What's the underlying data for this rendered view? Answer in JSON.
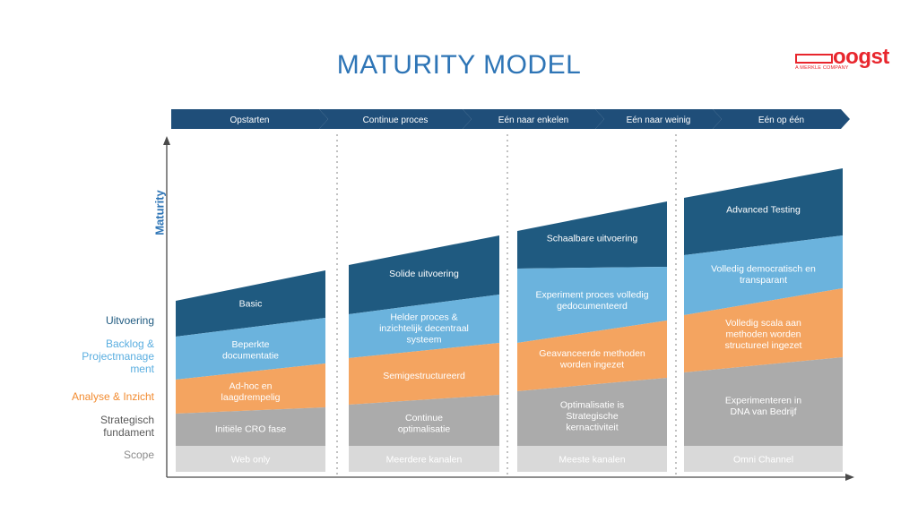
{
  "title": "MATURITY MODEL",
  "logo": {
    "word": "oogst",
    "tagline": "A MERKLE COMPANY"
  },
  "y_axis_label": "Maturity",
  "colors": {
    "title": "#2e75b6",
    "arrow": "#1f4e79",
    "uitvoering": "#1f5a80",
    "backlog": "#6bb3dd",
    "analyse": "#f4a460",
    "fundament": "#ababab",
    "scope": "#d9d9d9",
    "logo": "#e8262d"
  },
  "stages": [
    "Opstarten",
    "Continue proces",
    "Eén naar enkelen",
    "Eén naar weinig",
    "Eén op één"
  ],
  "row_labels": [
    {
      "text": "Uitvoering",
      "color": "#1f5a80"
    },
    {
      "text": "Backlog &\nProjectmanage\nment",
      "color": "#5aaee0"
    },
    {
      "text": "Analyse  & Inzicht",
      "color": "#f28b30"
    },
    {
      "text": "Strategisch\nfundament",
      "color": "#595959"
    },
    {
      "text": "Scope",
      "color": "#8c8c8c"
    }
  ],
  "columns": [
    {
      "uitvoering": "Basic",
      "backlog": "Beperkte\ndocumentatie",
      "analyse": "Ad-hoc en\nlaagdrempelig",
      "fundament": "Initiële CRO fase",
      "scope": "Web only"
    },
    {
      "uitvoering": "Solide uitvoering",
      "backlog": "Helder proces &\ninzichtelijk decentraal\nsysteem",
      "analyse": "Semigestructureerd",
      "fundament": "Continue\noptimalisatie",
      "scope": "Meerdere kanalen"
    },
    {
      "uitvoering": "Schaalbare uitvoering",
      "backlog": "Experiment proces volledig\ngedocumenteerd",
      "analyse": "Geavanceerde methoden\nworden ingezet",
      "fundament": "Optimalisatie is\nStrategische\nkernactiviteit",
      "scope": "Meeste kanalen"
    },
    {
      "uitvoering": "Advanced Testing",
      "backlog": "Volledig democratisch en\ntransparant",
      "analyse": "Volledig scala aan\nmethoden worden\nstructureel ingezet",
      "fundament": "Experimenteren in\nDNA van Bedrijf",
      "scope": "Omni Channel"
    }
  ]
}
